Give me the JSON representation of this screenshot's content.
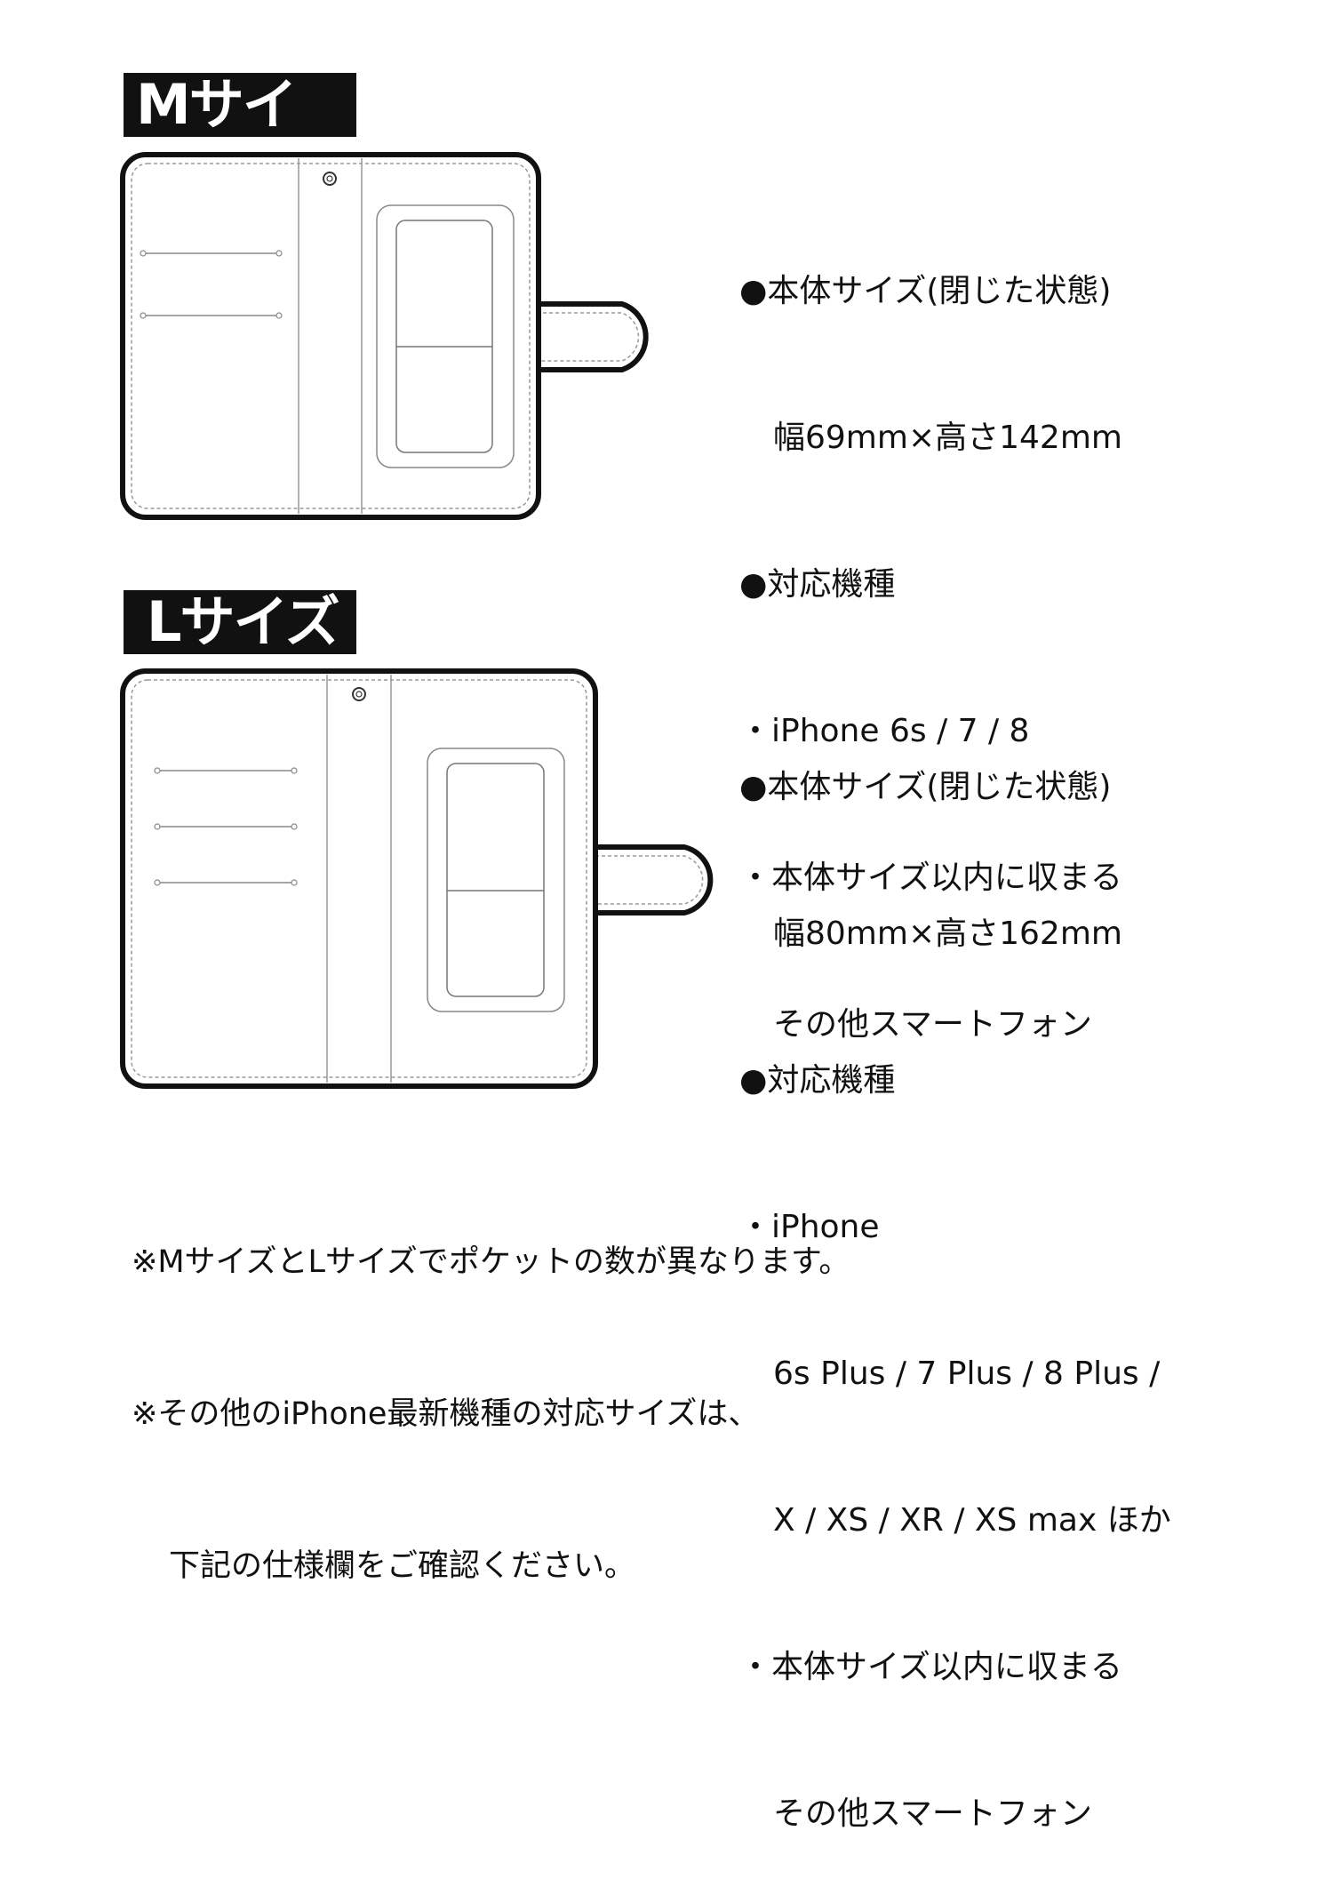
{
  "m_size": {
    "badge": "Mサイズ",
    "specs": [
      "●本体サイズ(閉じた状態)",
      "幅69mm×高さ142mm",
      "●対応機種",
      "・iPhone 6s / 7 / 8",
      "・本体サイズ以内に収まる",
      "その他スマートフォン"
    ]
  },
  "l_size": {
    "badge": "Lサイズ",
    "specs": [
      "●本体サイズ(閉じた状態)",
      "幅80mm×高さ162mm",
      "●対応機種",
      "・iPhone",
      "6s Plus / 7 Plus / 8 Plus /",
      "X / XS / XR / XS max ほか",
      "・本体サイズ以内に収まる",
      "その他スマートフォン"
    ]
  },
  "notes": [
    "※MサイズとLサイズでポケットの数が異なります。",
    "※その他のiPhone最新機種の対応サイズは、",
    "下記の仕様欄をご確認ください。"
  ]
}
